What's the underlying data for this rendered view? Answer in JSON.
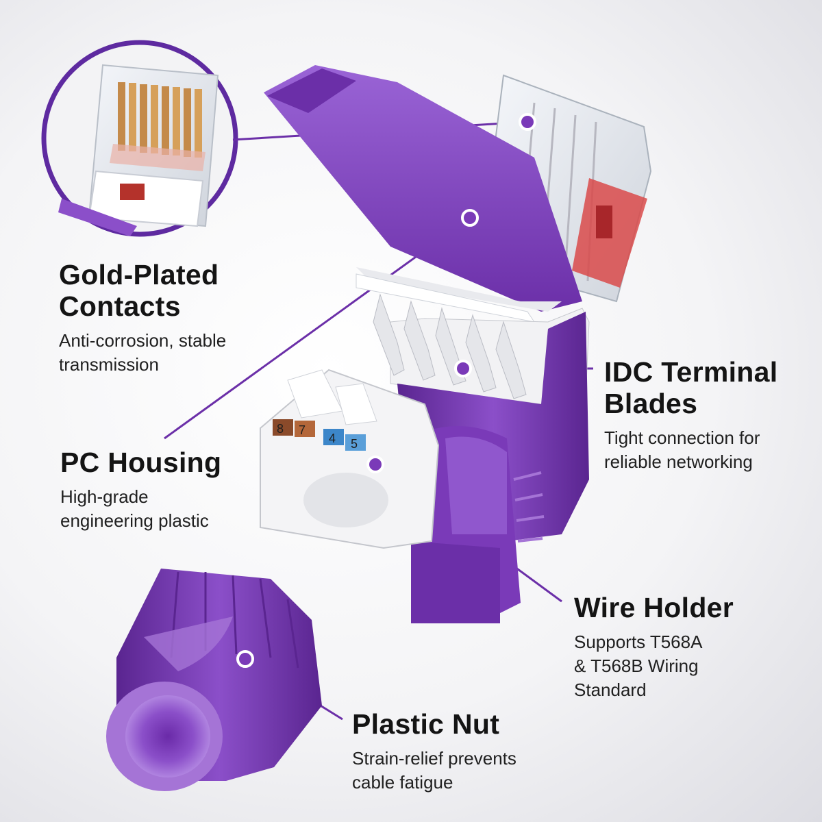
{
  "colors": {
    "accent": "#7a3ab8",
    "accent_dark": "#5a2590",
    "accent_light": "#a574d6"
  },
  "connector_labels": {
    "pins": [
      "8",
      "7",
      "4",
      "5"
    ]
  },
  "features": {
    "gold_contacts": {
      "title": "Gold-Plated\nContacts",
      "desc": "Anti-corrosion, stable\ntransmission"
    },
    "idc_blades": {
      "title": "IDC Terminal\nBlades",
      "desc": "Tight connection for\nreliable networking"
    },
    "pc_housing": {
      "title": "PC Housing",
      "desc": "High-grade\nengineering plastic"
    },
    "wire_holder": {
      "title": "Wire Holder",
      "desc": "Supports T568A\n& T568B Wiring\nStandard"
    },
    "plastic_nut": {
      "title": "Plastic Nut",
      "desc": "Strain-relief prevents\ncable fatigue"
    }
  }
}
